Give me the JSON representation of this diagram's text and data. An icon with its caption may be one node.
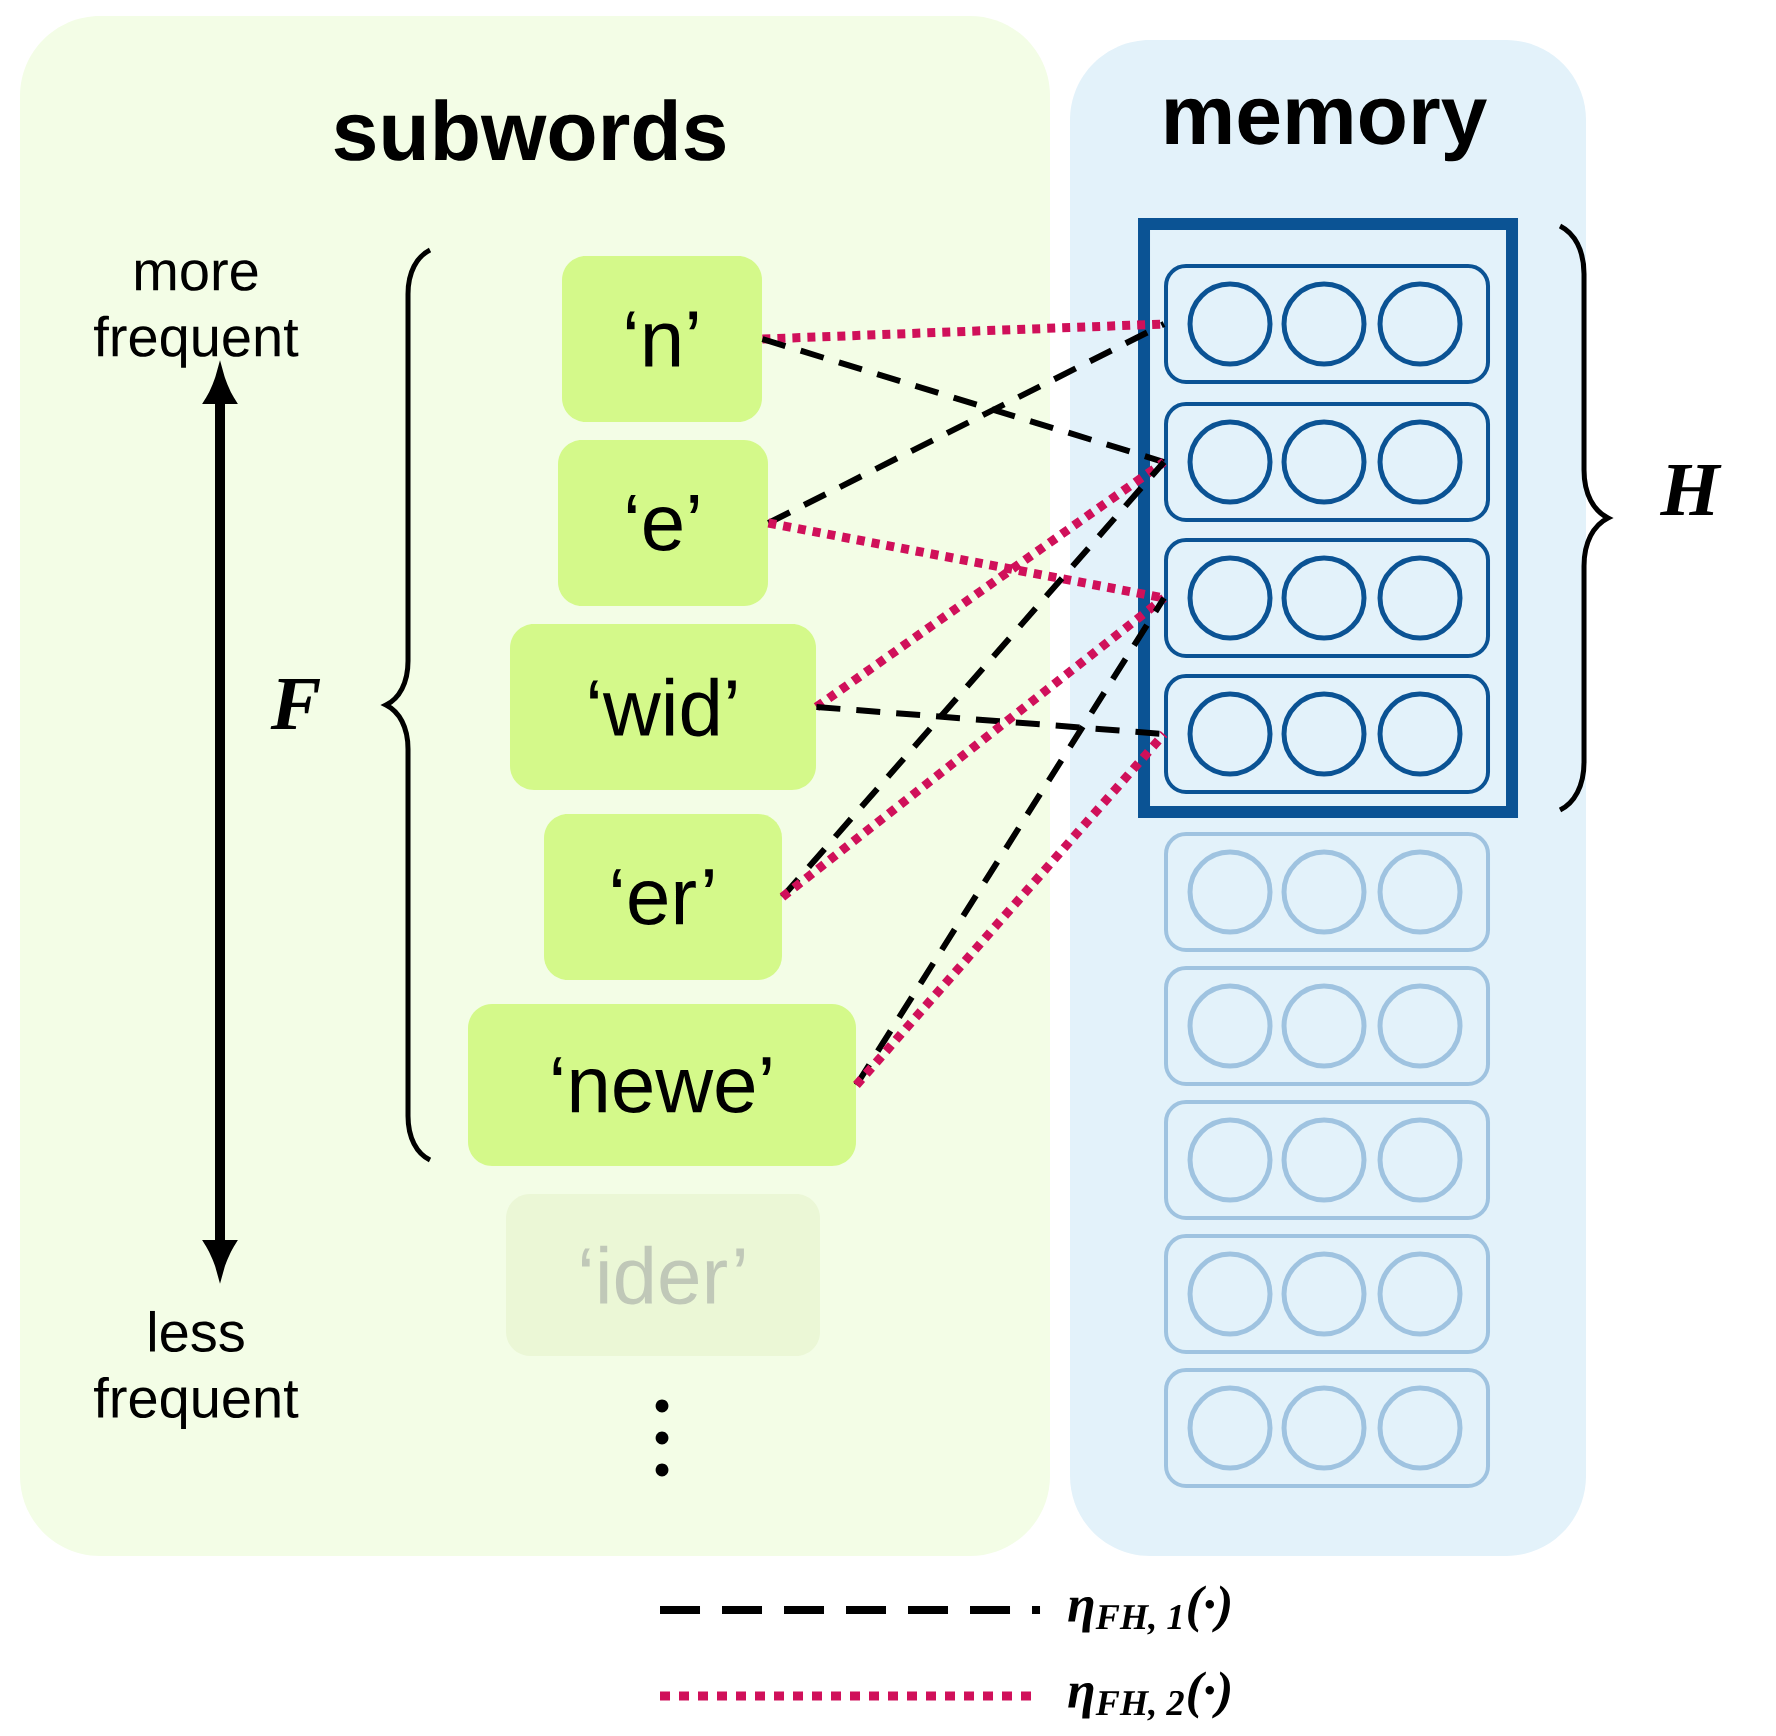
{
  "diagram": {
    "nodes": [
      {
        "text": [
          "subwords"
        ]
      },
      {
        "text": [
          "memory"
        ]
      },
      {
        "text": [
          "‘n’"
        ],
        "in": 0
      },
      {
        "text": [
          "‘e’"
        ],
        "in": 0
      },
      {
        "text": [
          "‘wid’"
        ],
        "in": 0
      },
      {
        "text": [
          "‘er’"
        ],
        "in": 0
      },
      {
        "text": [
          "‘newe’"
        ],
        "in": 0
      },
      {
        "text": [
          "‘ider’"
        ],
        "in": 0
      },
      {
        "text": [],
        "shape": "box",
        "in": 1
      },
      {
        "text": [],
        "shape": "box",
        "in": 8
      },
      {
        "text": [],
        "shape": "box",
        "in": 8
      },
      {
        "text": [],
        "shape": "box",
        "in": 8
      },
      {
        "text": [],
        "shape": "box",
        "in": 8
      },
      {
        "text": [],
        "shape": "box",
        "in": 1
      },
      {
        "text": [],
        "shape": "box",
        "in": 1
      },
      {
        "text": [],
        "shape": "box",
        "in": 1
      },
      {
        "text": [],
        "shape": "box",
        "in": 1
      },
      {
        "text": [],
        "shape": "box",
        "in": 1
      }
    ],
    "edges": [
      {
        "from": 2,
        "to": 9,
        "arrow": "none",
        "color": "#d0105a"
      },
      {
        "from": 2,
        "to": 10,
        "arrow": "none",
        "style": "dashed",
        "color": "#000000"
      },
      {
        "from": 3,
        "to": 9,
        "arrow": "none",
        "style": "dashed",
        "color": "#000000"
      },
      {
        "from": 3,
        "to": 11,
        "arrow": "none",
        "color": "#d0105a"
      },
      {
        "from": 4,
        "to": 10,
        "arrow": "none",
        "color": "#d0105a"
      },
      {
        "from": 4,
        "to": 12,
        "arrow": "none",
        "style": "dashed",
        "color": "#000000"
      },
      {
        "from": 5,
        "to": 10,
        "arrow": "none",
        "style": "dashed",
        "color": "#000000"
      },
      {
        "from": 5,
        "to": 11,
        "arrow": "none",
        "color": "#d0105a"
      },
      {
        "from": 6,
        "to": 11,
        "arrow": "none",
        "style": "dashed",
        "color": "#000000"
      },
      {
        "from": 6,
        "to": 12,
        "arrow": "none",
        "color": "#d0105a"
      }
    ],
    "labels": [
      "more frequent",
      "less frequent",
      "F",
      "H"
    ],
    "legend": [
      {
        "text": "η$_{FH, 1}$(·)"
      },
      {
        "text": "η$_{FH, 2}$(·)"
      }
    ]
  }
}
